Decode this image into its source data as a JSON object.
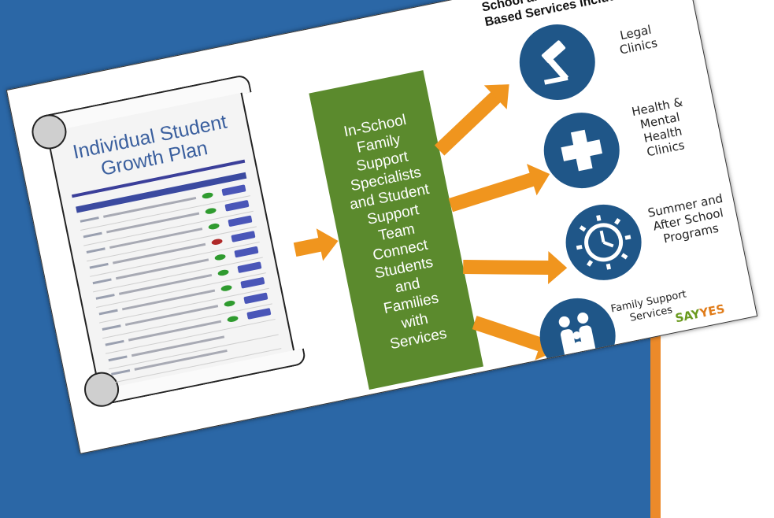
{
  "plan": {
    "title_line1": "Individual Student",
    "title_line2": "Growth Plan"
  },
  "center": {
    "text": "In-School\nFamily\nSupport\nSpecialists\nand Student\nSupport\nTeam\nConnect\nStudents\nand\nFamilies\nwith\nServices"
  },
  "services": {
    "heading": "School and Community\nBased Services include:",
    "items": [
      {
        "label": "Legal\nClinics",
        "icon": "gavel-icon"
      },
      {
        "label": "Health &\nMental\nHealth\nClinics",
        "icon": "plus-cross-icon"
      },
      {
        "label": "Summer and\nAfter School\nPrograms",
        "icon": "clock-icon"
      },
      {
        "label": "Family Support\nServices",
        "icon": "family-icon"
      }
    ],
    "brand_part1": "SAY",
    "brand_part2": "YES"
  },
  "colors": {
    "background_blue": "#2b67a6",
    "accent_orange": "#ec8a2a",
    "green_box": "#5b8a2d",
    "icon_blue": "#1f5688",
    "arrow_orange": "#f0951e"
  }
}
